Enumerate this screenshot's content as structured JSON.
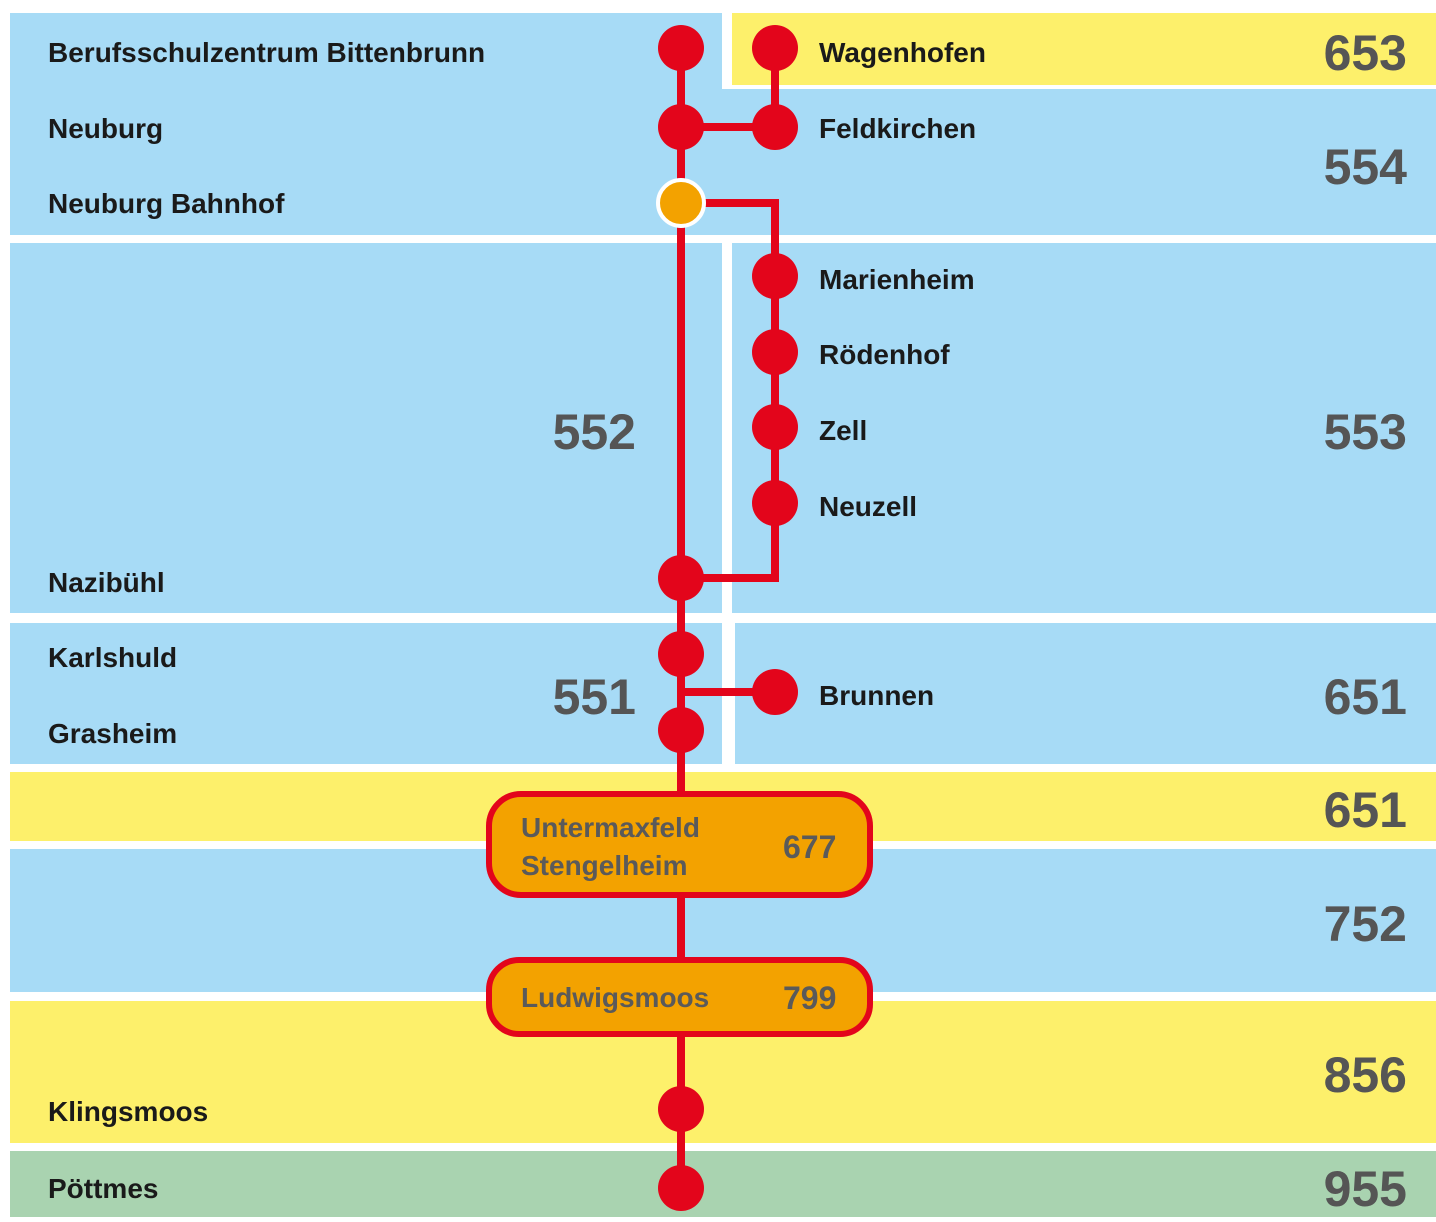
{
  "colors": {
    "zone_blue": "#a7dbf6",
    "zone_yellow": "#fdf06b",
    "zone_green": "#a9d3b0",
    "line_red": "#e3051b",
    "stop_red": "#e3051b",
    "hub_orange": "#f3a200",
    "text_dark": "#1a1a1a",
    "zone_number_gray": "#555555"
  },
  "zones": {
    "z653": "653",
    "z554": "554",
    "z552": "552",
    "z553": "553",
    "z551": "551",
    "z651a": "651",
    "z651b": "651",
    "z752": "752",
    "z856": "856",
    "z955": "955"
  },
  "stops": {
    "berufsschulzentrum": "Berufsschulzentrum Bittenbrunn",
    "neuburg": "Neuburg",
    "neuburg_bahnhof": "Neuburg Bahnhof",
    "nazibuehl": "Nazibühl",
    "karlshuld": "Karlshuld",
    "grasheim": "Grasheim",
    "klingsmoos": "Klingsmoos",
    "poettmes": "Pöttmes",
    "wagenhofen": "Wagenhofen",
    "feldkirchen": "Feldkirchen",
    "marienheim": "Marienheim",
    "roedenhof": "Rödenhof",
    "zell": "Zell",
    "neuzell": "Neuzell",
    "brunnen": "Brunnen"
  },
  "boxes": {
    "untermaxfeld_line1": "Untermaxfeld",
    "untermaxfeld_line2": "Stengelheim",
    "untermaxfeld_zone": "677",
    "ludwigsmoos": "Ludwigsmoos",
    "ludwigsmoos_zone": "799"
  }
}
